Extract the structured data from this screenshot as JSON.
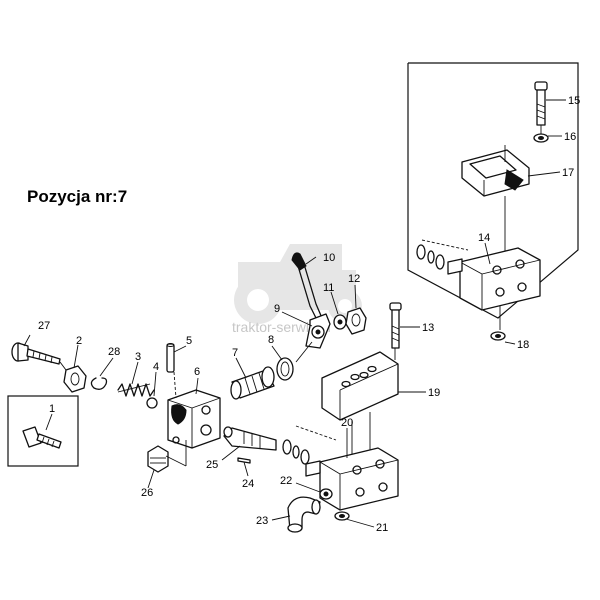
{
  "title": "Pozycja nr:7",
  "watermark": "traktor-serwis.pl",
  "colors": {
    "ink": "#111111",
    "watermark": "#bdbdbd",
    "background": "#ffffff"
  },
  "callouts": {
    "n1": "1",
    "n2": "2",
    "n3": "3",
    "n4": "4",
    "n5": "5",
    "n6": "6",
    "n7": "7",
    "n8": "8",
    "n9": "9",
    "n10": "10",
    "n11": "11",
    "n12": "12",
    "n13": "13",
    "n14": "14",
    "n15": "15",
    "n16": "16",
    "n17": "17",
    "n18": "18",
    "n19": "19",
    "n20": "20",
    "n21": "21",
    "n22": "22",
    "n23": "23",
    "n24": "24",
    "n25": "25",
    "n26": "26",
    "n27": "27",
    "n28": "28"
  }
}
